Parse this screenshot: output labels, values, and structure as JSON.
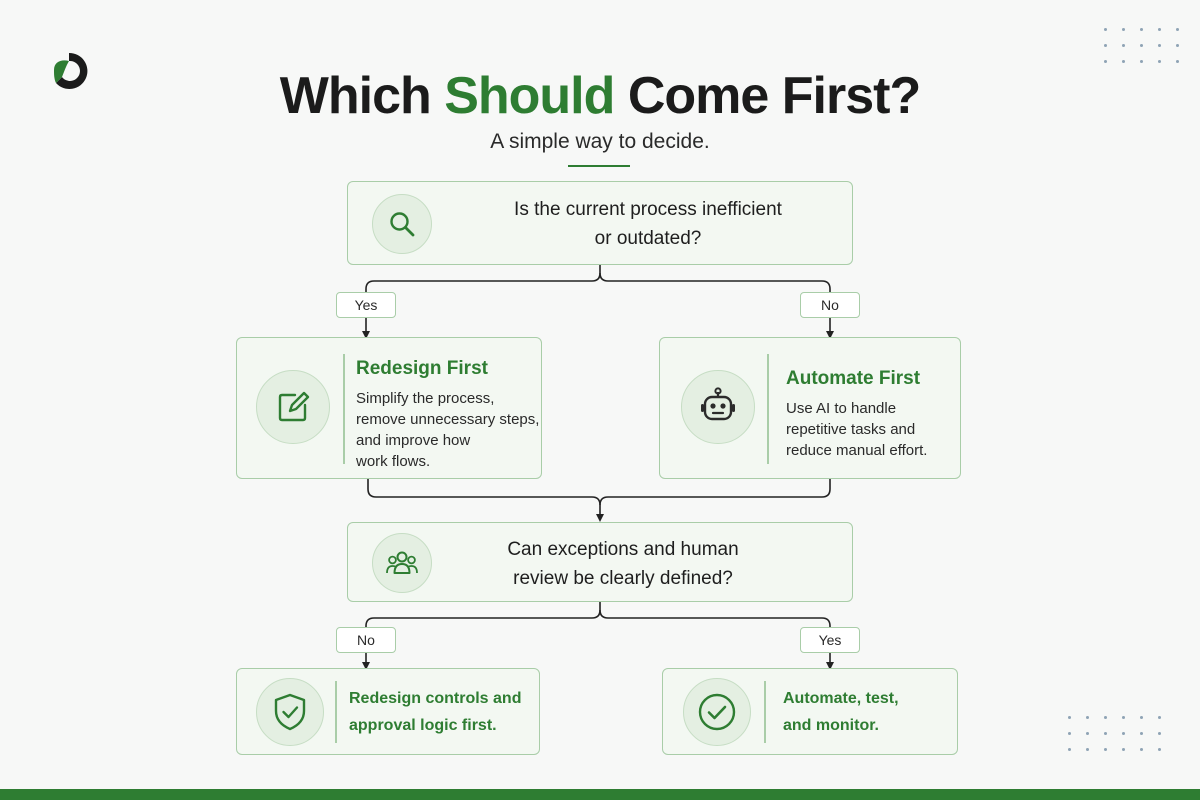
{
  "title": {
    "before": "Which ",
    "accent": "Should",
    "after": " Come First?"
  },
  "subtitle": "A simple way to decide.",
  "question1": {
    "icon": "search-icon",
    "text": "Is the current process inefficient\nor outdated?"
  },
  "question1_yes_label": "Yes",
  "question1_no_label": "No",
  "redesign_card": {
    "icon": "edit-icon",
    "heading": "Redesign First",
    "body": "Simplify the process,\nremove unnecessary steps,\nand improve how\nwork flows."
  },
  "automate_card": {
    "icon": "robot-icon",
    "heading": "Automate First",
    "body": "Use AI to handle\nrepetitive tasks and\nreduce manual effort."
  },
  "question2": {
    "icon": "users-icon",
    "text": "Can exceptions and human\nreview be clearly defined?"
  },
  "question2_no_label": "No",
  "question2_yes_label": "Yes",
  "controls_card": {
    "icon": "shield-check-icon",
    "text": "Redesign controls and\napproval logic first."
  },
  "monitor_card": {
    "icon": "check-circle-icon",
    "text": "Automate, test,\nand monitor."
  },
  "colors": {
    "accent": "#2e7d32",
    "card_bg": "#f3f8f2",
    "card_border": "#a9cda8",
    "connector": "#222222"
  }
}
